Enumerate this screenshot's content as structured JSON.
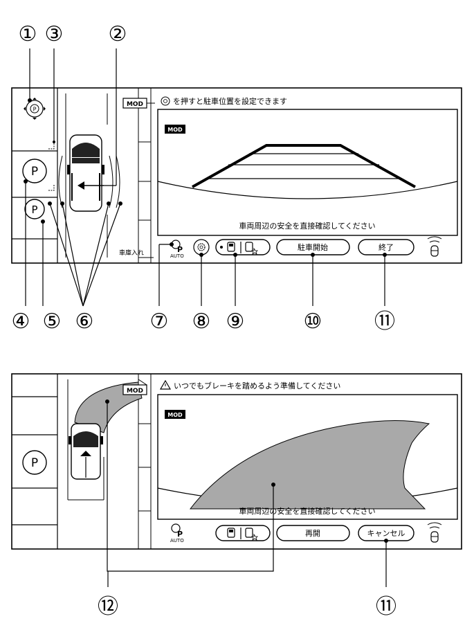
{
  "panel1": {
    "message": "を押すと駐車位置を設定できます",
    "mod_badge": "MOD",
    "mod_tag": "MOD",
    "caution": "車両周辺の安全を直接確認してください",
    "garage_label": "車庫入れ",
    "auto_label": "AUTO",
    "p_label": "P",
    "parking_spot_1": "P",
    "parking_spot_2": "P",
    "start_button": "駐車開始",
    "end_button": "終了"
  },
  "panel2": {
    "message": "いつでもブレーキを踏めるよう準備してください",
    "mod_badge": "MOD",
    "mod_tag": "MOD",
    "caution": "車両周辺の安全を直接確認してください",
    "auto_label": "AUTO",
    "p_label": "P",
    "parking_spot": "P",
    "resume_button": "再開",
    "cancel_button": "キャンセル"
  },
  "callouts": [
    "①",
    "②",
    "③",
    "④",
    "⑤",
    "⑥",
    "⑦",
    "⑧",
    "⑨",
    "⑩",
    "⑪",
    "⑫",
    "⑪"
  ],
  "icons": {
    "dial": "dial-icon",
    "settings": "gear-icon",
    "view_toggle": "camera-view-icon",
    "sonar": "sonar-icon",
    "warning": "warning-icon"
  }
}
